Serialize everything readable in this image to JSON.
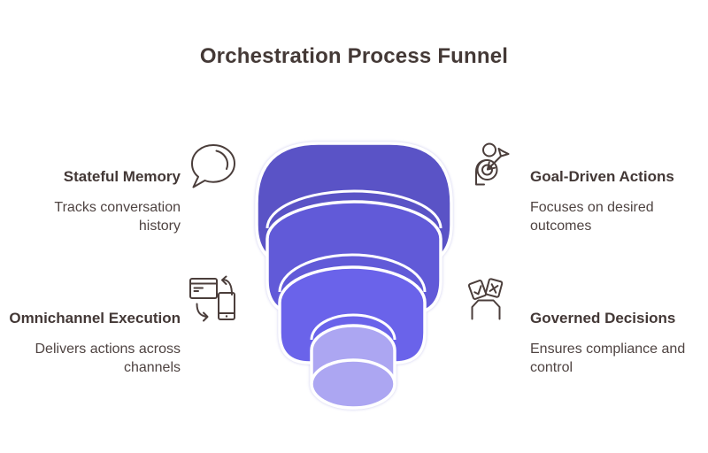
{
  "title": "Orchestration Process Funnel",
  "colors": {
    "heading_text": "#433836",
    "body_text": "#4f4442",
    "icon_stroke": "#4b3e3b",
    "funnel_outline": "#ffffff"
  },
  "blocks": [
    {
      "id": "stateful-memory",
      "heading": "Stateful Memory",
      "desc_lines": [
        "Tracks conversation",
        "history"
      ],
      "icon": "chat-bubble-icon",
      "position": "top-left"
    },
    {
      "id": "goal-driven-actions",
      "heading": "Goal-Driven Actions",
      "desc_lines": [
        "Focuses on desired",
        "outcomes"
      ],
      "icon": "person-target-icon",
      "position": "top-right"
    },
    {
      "id": "omnichannel-execution",
      "heading": "Omnichannel Execution",
      "desc_lines": [
        "Delivers actions across",
        "channels"
      ],
      "icon": "devices-sync-icon",
      "position": "bottom-left"
    },
    {
      "id": "governed-decisions",
      "heading": "Governed Decisions",
      "desc_lines": [
        "Ensures compliance and",
        "control"
      ],
      "icon": "ballot-box-icon",
      "position": "bottom-right"
    }
  ],
  "funnel": {
    "shape": "4-tier stacked funnel, widest at top",
    "tiers": [
      {
        "name": "tier-1",
        "color": "#5a53c6"
      },
      {
        "name": "tier-2",
        "color": "#615ad8"
      },
      {
        "name": "tier-3",
        "color": "#6a63ea"
      },
      {
        "name": "tier-4",
        "color": "#aca6f2"
      }
    ]
  }
}
